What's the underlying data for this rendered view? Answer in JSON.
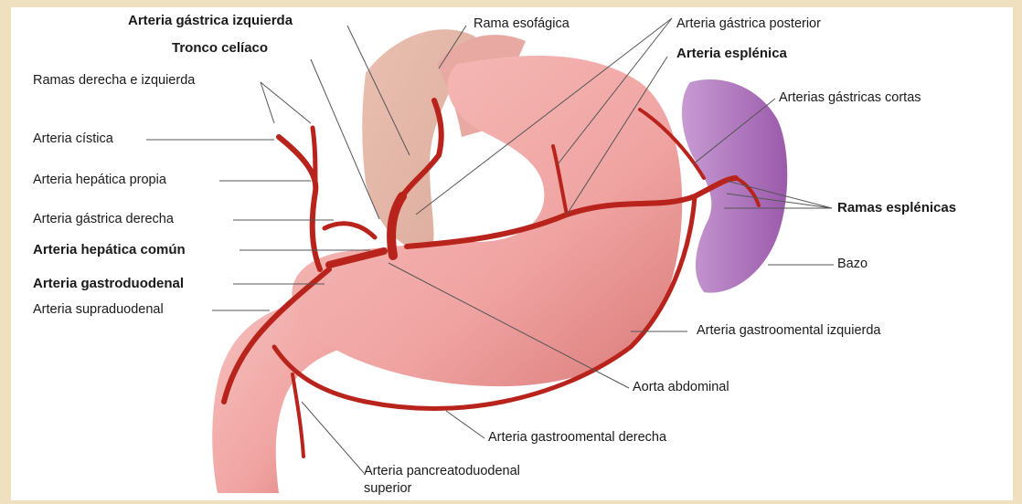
{
  "labels": {
    "arteria_gastrica_izquierda": "Arteria gástrica izquierda",
    "tronco_celiaco": "Tronco celíaco",
    "ramas_derecha_izquierda": "Ramas derecha e izquierda",
    "arteria_cistica": "Arteria cística",
    "arteria_hepatica_propia": "Arteria hepática propia",
    "arteria_gastrica_derecha": "Arteria gástrica derecha",
    "arteria_hepatica_comun": "Arteria hepática común",
    "arteria_gastroduodenal": "Arteria gastroduodenal",
    "arteria_supraduodenal": "Arteria supraduodenal",
    "rama_esofagica": "Rama esofágica",
    "arteria_gastrica_posterior": "Arteria gástrica posterior",
    "arteria_esplenica": "Arteria esplénica",
    "arterias_gastricas_cortas": "Arterias gástricas cortas",
    "ramas_esplenicas": "Ramas esplénicas",
    "bazo": "Bazo",
    "arteria_gastroomental_izquierda": "Arteria gastroomental izquierda",
    "aorta_abdominal": "Aorta abdominal",
    "arteria_gastroomental_derecha": "Arteria gastroomental derecha",
    "arteria_pancreatoduodenal": "Arteria pancreatoduodenal",
    "superior": "superior"
  },
  "colors": {
    "background": "#efe0c0",
    "artery": "#b8241c",
    "stomach": "#f0a4a2",
    "spleen": "#b77bc4",
    "leader_line": "#555555"
  }
}
